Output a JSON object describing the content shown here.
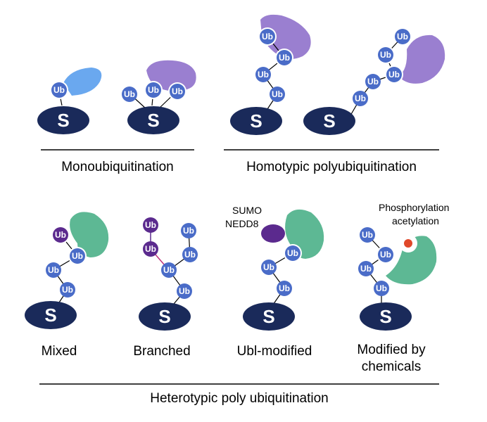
{
  "colors": {
    "substrate": "#1a2a5a",
    "ub_fill": "#4a6cc8",
    "ub_stroke": "#2a3f8e",
    "ubl_dark": "#5b2a8e",
    "reader_purple": "#9a7fd0",
    "reader_light_blue": "#6aa8ef",
    "reader_green": "#5db894",
    "phospho_dot": "#e0482a",
    "branch_link": "#c0307a",
    "line": "#000000",
    "text": "#000000"
  },
  "icons": {
    "substrate": "substrate-ellipse-icon",
    "ubiquitin": "ubiquitin-circle-icon",
    "reader": "ub-binding-protein-icon"
  },
  "labels": {
    "substrate": "S",
    "ubiquitin": "Ub"
  },
  "captions": {
    "mono": "Monoubiquitination",
    "homotypic": "Homotypic polyubiquitination",
    "mixed": "Mixed",
    "branched": "Branched",
    "ubl": "Ubl-modified",
    "chemicals_line1": "Modified by",
    "chemicals_line2": "chemicals",
    "heterotypic": "Heterotypic poly ubiquitination"
  },
  "annotations": {
    "sumo": "SUMO",
    "nedd8": "NEDD8",
    "phosphorylation": "Phosphorylation",
    "acetylation": "acetylation"
  }
}
